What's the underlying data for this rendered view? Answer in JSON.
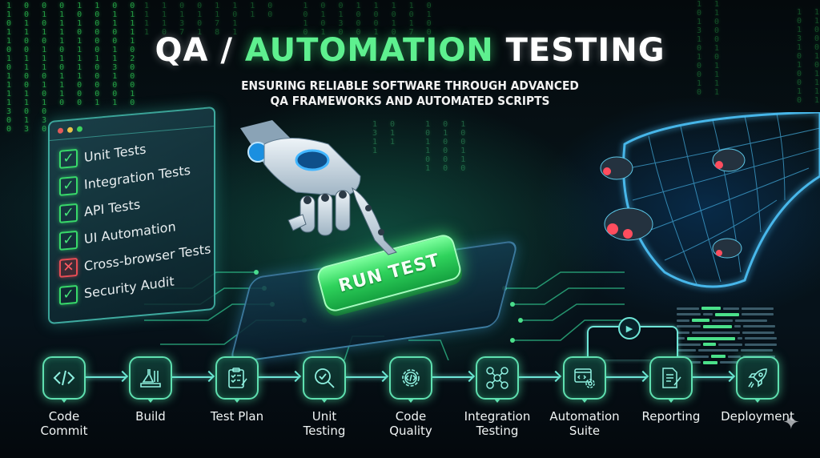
{
  "header": {
    "title_part1": "QA / ",
    "title_accent": "AUTOMATION",
    "title_part2": " TESTING",
    "subtitle_line1": "ENSURING RELIABLE SOFTWARE THROUGH ADVANCED",
    "subtitle_line2": "QA FRAMEWORKS AND AUTOMATED SCRIPTS"
  },
  "colors": {
    "accent_green": "#5ef08f",
    "pass_green": "#38d96a",
    "fail_red": "#e84d55",
    "pipeline_cyan": "#6fe6d8",
    "background": "#050b10"
  },
  "checklist": {
    "window_dots": [
      "#e35a5a",
      "#e8c14a",
      "#3ccf5e"
    ],
    "items": [
      {
        "label": "Unit Tests",
        "status": "pass",
        "icon": "checkmark-icon",
        "mark": "✓"
      },
      {
        "label": "Integration Tests",
        "status": "pass",
        "icon": "checkmark-icon",
        "mark": "✓"
      },
      {
        "label": "API Tests",
        "status": "pass",
        "icon": "checkmark-icon",
        "mark": "✓"
      },
      {
        "label": "UI Automation",
        "status": "pass",
        "icon": "checkmark-icon",
        "mark": "✓"
      },
      {
        "label": "Cross-browser Tests",
        "status": "fail",
        "icon": "x-mark-icon",
        "mark": "✕"
      },
      {
        "label": "Security Audit",
        "status": "pass",
        "icon": "checkmark-icon",
        "mark": "✓"
      }
    ]
  },
  "run_button": {
    "label": "RUN TEST"
  },
  "illustrations": {
    "robot_hand": "robot-hand-icon",
    "bug_net": "bug-net-icon",
    "bugs_count": 4
  },
  "pipeline": {
    "steps": [
      {
        "label_line1": "Code",
        "label_line2": "Commit",
        "icon": "code-brackets-icon"
      },
      {
        "label_line1": "Build",
        "label_line2": "",
        "icon": "lab-flasks-icon"
      },
      {
        "label_line1": "Test Plan",
        "label_line2": "",
        "icon": "clipboard-checklist-icon"
      },
      {
        "label_line1": "Unit",
        "label_line2": "Testing",
        "icon": "magnifier-check-icon"
      },
      {
        "label_line1": "Code",
        "label_line2": "Quality",
        "icon": "gear-code-icon"
      },
      {
        "label_line1": "Integration",
        "label_line2": "Testing",
        "icon": "network-nodes-icon"
      },
      {
        "label_line1": "Automation",
        "label_line2": "Suite",
        "icon": "browser-gear-icon"
      },
      {
        "label_line1": "Reporting",
        "label_line2": "",
        "icon": "document-pen-icon"
      },
      {
        "label_line1": "Deployment",
        "label_line2": "",
        "icon": "rocket-icon"
      }
    ],
    "loop_icon": "play-icon",
    "loop_glyph": "▶"
  },
  "decor": {
    "sparkle_glyph": "✦",
    "matrix_left": "1 0 0 0 1 1 0 0\n1 0 1 1 0 0 1 1\n0 1 0 1 1 0 1 1\n1 1 1 1 0 0 0 1\n1 0 0 1 1 0 0 1\n0 0 1 0 1 0 1 0\n1 1 1 1 1 1 1 2\n0 1 1 0 1 0 3 0\n1 0 0 1 1 0 1 0\n1 0 1 1 0 0 0 0\n1 1 0 1 0 0 0 1\n1 1 1 0 0 1 1 0\n3 0 0\n0 1 3\n0 3 0",
    "matrix_top": "1 1 0 0 1 1 1 0   1 0 0 1 1 1 1 0\n1 1 1 1 1 0 1 0   0 1 1 0 0 0 0 1\n1 1 3 0 7 1       1 0 3 0 0 1 1 0\n1 0 7 1 8 1       0 1 0 0 1 0 7 0",
    "matrix_right": "1 1\n0 1\n1 0\n3 0\n1 0\n0 1\n1 0\n0 1\n0 1\n1 1\n0 1",
    "matrix_mid": "1 0   1 0 1\n3 1   0 1 0\n1 1   1 0 0\n1     1 0 1\n      0 0 1\n      1 0 0"
  }
}
